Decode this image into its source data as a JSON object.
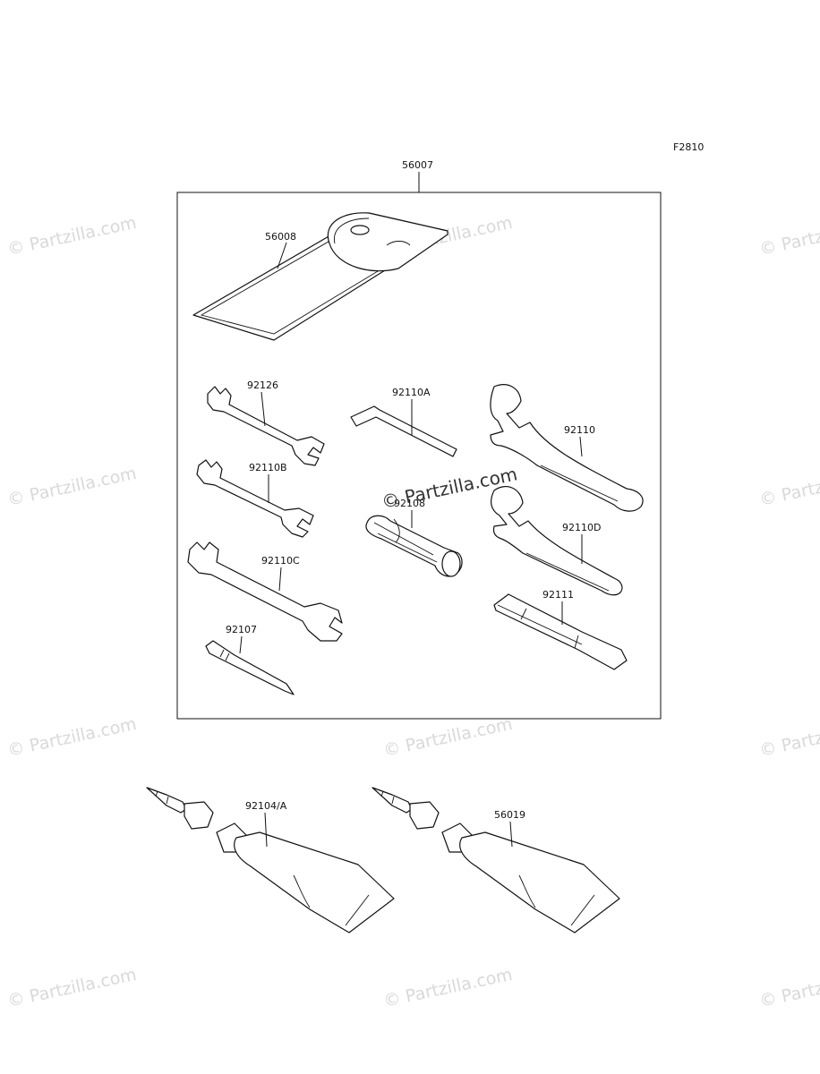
{
  "figure_code": "F2810",
  "kit_number": "56007",
  "parts": {
    "tool_bag": "56008",
    "wrench_92126": "92126",
    "hex_key": "92110A",
    "pin_spanner_92110": "92110",
    "wrench_92110b": "92110B",
    "plug_tool": "92108",
    "pin_spanner_92110d": "92110D",
    "wrench_92110c": "92110C",
    "handle": "92111",
    "screwdriver": "92107",
    "grease_tube_a": "92104/A",
    "grease_tube_b": "56019"
  },
  "watermark": {
    "text": "© Partzilla.com"
  },
  "colors": {
    "line": "#111111",
    "background": "#ffffff",
    "watermark": "#d9d9d9"
  }
}
